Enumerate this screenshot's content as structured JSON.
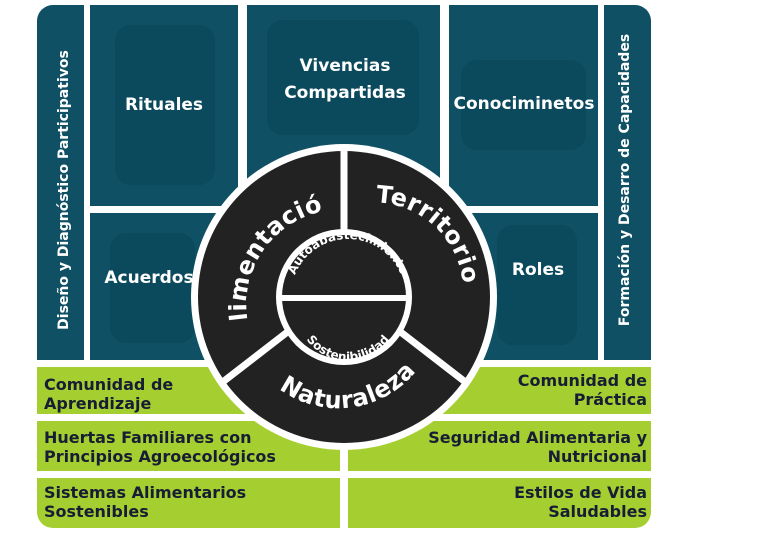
{
  "side": {
    "left": "Diseño y Diagnóstico Participativos",
    "right": "Formación y Desarro de Capacidades"
  },
  "boxes": {
    "rituales": "Rituales",
    "vivencias": "Vivencias Compartidas",
    "conocimientos": "Conociminetos",
    "acuerdos": "Acuerdos",
    "roles": "Roles"
  },
  "circle": {
    "alimentacion": "Alimentación",
    "territorio": "Territorio",
    "naturaleza": "Naturaleza",
    "autoabastecimiento": "Autoabastecimiento",
    "sostenibilidad": "Sostenibilidad"
  },
  "green": {
    "comunidad_aprendizaje": "Comunidad de Aprendizaje",
    "comunidad_practica": "Comunidad de Práctica",
    "huertas": "Huertas Familiares con Principios Agroecológicos",
    "seguridad": "Seguridad Alimentaria y Nutricional",
    "sistemas": "Sistemas Alimentarios Sostenibles",
    "estilos": "Estilos de Vida Saludables"
  },
  "colors": {
    "teal": "#0f5065",
    "teal_inner": "#0b495c",
    "green": "#a5cf31",
    "ring": "#222222"
  }
}
